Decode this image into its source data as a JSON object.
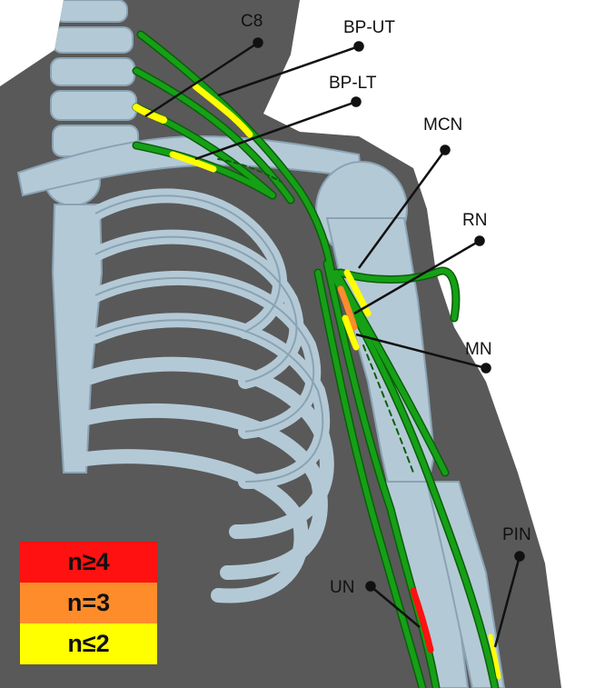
{
  "labels": {
    "c8": "C8",
    "bp_ut": "BP-UT",
    "bp_lt": "BP-LT",
    "mcn": "MCN",
    "rn": "RN",
    "mn": "MN",
    "pin": "PIN",
    "un": "UN"
  },
  "legend": [
    {
      "label": "n≥4",
      "color": "#ff1111"
    },
    {
      "label": "n=3",
      "color": "#ff8c2a"
    },
    {
      "label": "n≤2",
      "color": "#ffff00"
    }
  ],
  "colors": {
    "body": "#595959",
    "bone": "#b4c9d6",
    "bone_outline": "#8aa3b3",
    "nerve": "#16a016",
    "nerve_dark": "#0a5e0a",
    "leader": "#111111"
  }
}
